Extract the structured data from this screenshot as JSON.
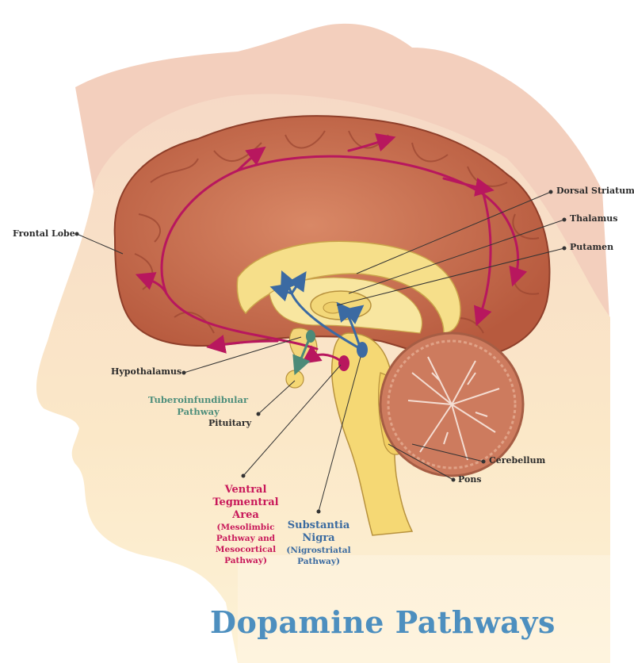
{
  "title": "Dopamine Pathways",
  "labels": {
    "frontal_lobe": "Frontal Lobe",
    "dorsal_striatum": "Dorsal Striatum",
    "thalamus": "Thalamus",
    "putamen": "Putamen",
    "hypothalamus": "Hypothalamus",
    "tuberoinfundibular": [
      "Tuberoinfundibular",
      "Pathway"
    ],
    "pituitary": "Pituitary",
    "cerebellum": "Cerebellum",
    "pons": "Pons",
    "vta": {
      "title": [
        "Ventral",
        "Tegmentral",
        "Area"
      ],
      "sub": [
        "(Mesolimbic",
        "Pathway and",
        "Mesocortical",
        "Pathway)"
      ]
    },
    "substantia_nigra": {
      "title": [
        "Substantia",
        "Nigra"
      ],
      "sub": [
        "(Nigrostriatal",
        "Pathway)"
      ]
    }
  },
  "colors": {
    "skin": "#f7dfc6",
    "hair": "#f2cdbb",
    "brain": "#c8694a",
    "brain_dark": "#a24a33",
    "brainstem": "#f4d77a",
    "mesolimbic": "#b8175e",
    "nigrostriatal": "#3b6aa2",
    "tuberoinfundibular": "#4c8a78",
    "title": "#4d8fbf"
  }
}
